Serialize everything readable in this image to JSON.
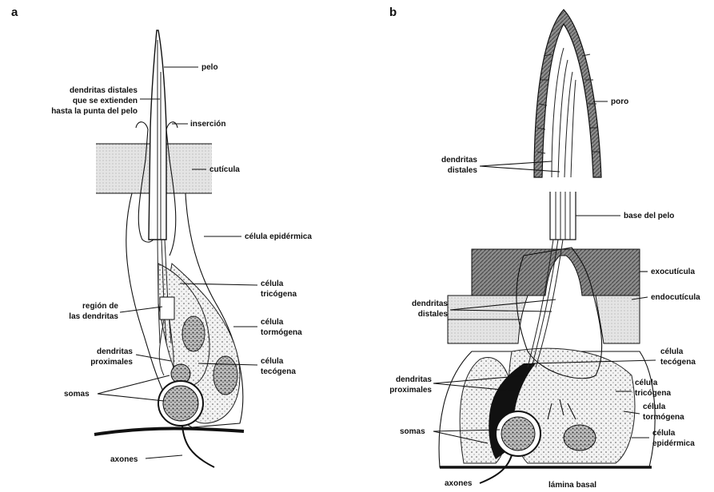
{
  "panel_a": {
    "letter": "a",
    "labels": {
      "pelo": "pelo",
      "dendritas_distales_1": "dendritas distales",
      "dendritas_distales_2": "que se extienden",
      "dendritas_distales_3": "hasta la punta del pelo",
      "insercion": "inserción",
      "cuticula": "cutícula",
      "celula_epidermica": "célula epidérmica",
      "celula_tricogena_1": "célula",
      "celula_tricogena_2": "tricógena",
      "region_1": "región de",
      "region_2": "las dendritas",
      "celula_tormogena_1": "célula",
      "celula_tormogena_2": "tormógena",
      "dendritas_proximales_1": "dendritas",
      "dendritas_proximales_2": "proximales",
      "celula_tecogena_1": "célula",
      "celula_tecogena_2": "tecógena",
      "somas": "somas",
      "axones": "axones"
    }
  },
  "panel_b": {
    "letter": "b",
    "labels": {
      "poro": "poro",
      "dendritas_distales_top_1": "dendritas",
      "dendritas_distales_top_2": "distales",
      "base_del_pelo": "base del pelo",
      "exocuticula": "exocutícula",
      "endocuticula": "endocutícula",
      "dendritas_distales_mid_1": "dendritas",
      "dendritas_distales_mid_2": "distales",
      "celula_tecogena_1": "célula",
      "celula_tecogena_2": "tecógena",
      "dendritas_proximales_1": "dendritas",
      "dendritas_proximales_2": "proximales",
      "celula_tricogena_1": "célula",
      "celula_tricogena_2": "tricógena",
      "celula_tormogena_1": "célula",
      "celula_tormogena_2": "tormógena",
      "somas": "somas",
      "celula_epidermica_1": "célula",
      "celula_epidermica_2": "epidérmica",
      "axones": "axones",
      "lamina_basal": "lámina basal"
    }
  },
  "colors": {
    "ink": "#111111",
    "cuticle_fill": "#e2e2e2",
    "dark_cuticle": "#3a3a3a",
    "soma_fill": "#8a8a8a"
  }
}
